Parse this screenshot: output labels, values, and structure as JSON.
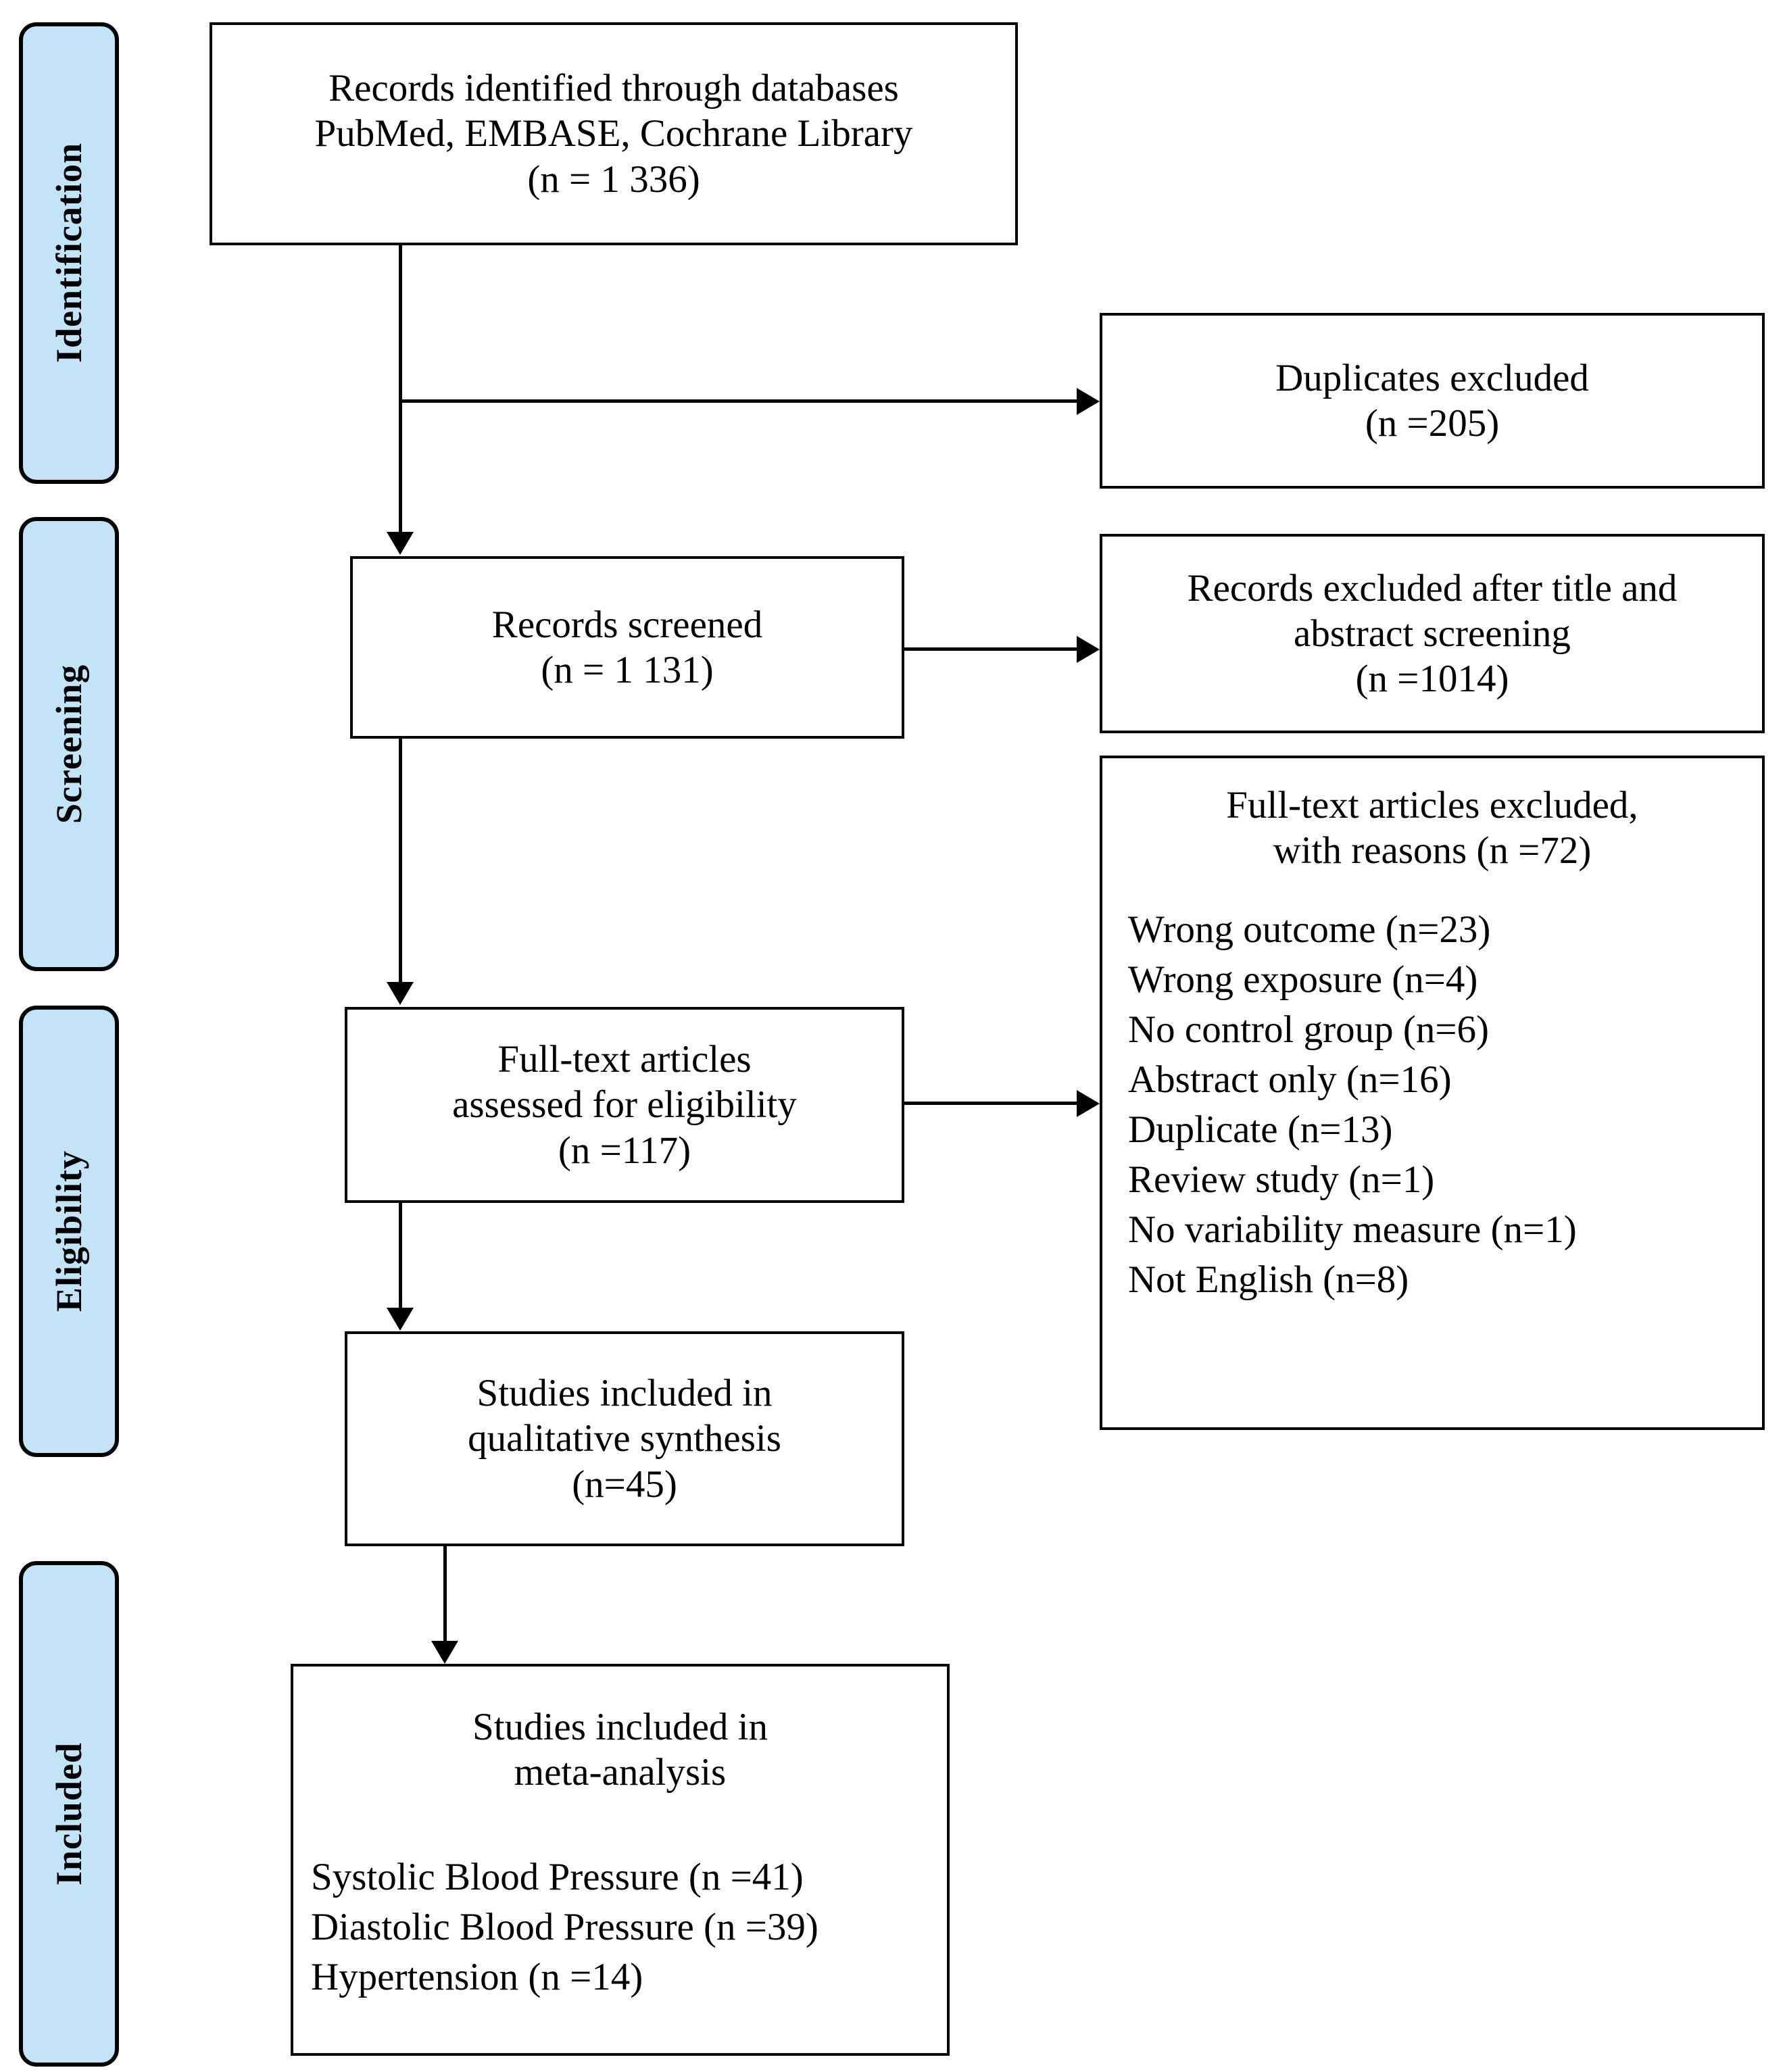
{
  "diagram": {
    "title": "PRISMA study selection flow diagram",
    "accent_color": "#c3e3f7",
    "line_color": "#000000",
    "background": "#ffffff"
  },
  "stages": [
    {
      "id": "identification",
      "label": "Identification"
    },
    {
      "id": "screening",
      "label": "Screening"
    },
    {
      "id": "eligibility",
      "label": "Eligibility"
    },
    {
      "id": "included",
      "label": "Included"
    }
  ],
  "boxes": {
    "records_identified": {
      "lines": [
        "Records identified through databases",
        "PubMed, EMBASE, Cochrane Library",
        "(n = 1 336)"
      ]
    },
    "duplicates_excluded": {
      "lines": [
        "Duplicates excluded",
        "(n =205)"
      ]
    },
    "records_screened": {
      "lines": [
        "Records screened",
        "(n = 1 131)"
      ]
    },
    "records_excluded_title_abstract": {
      "lines": [
        "Records excluded after title and",
        "abstract screening",
        "(n =1014)"
      ]
    },
    "fulltext_assessed": {
      "lines": [
        "Full-text articles",
        "assessed for eligibility",
        "(n =117)"
      ]
    },
    "fulltext_excluded": {
      "heading": [
        "Full-text articles excluded,",
        "with reasons (n =72)"
      ],
      "reasons": [
        "Wrong outcome (n=23)",
        "Wrong exposure (n=4)",
        "No control group (n=6)",
        "Abstract only (n=16)",
        "Duplicate (n=13)",
        "Review study (n=1)",
        "No variability measure (n=1)",
        "Not English (n=8)"
      ]
    },
    "qualitative_synthesis": {
      "lines": [
        "Studies included in",
        "qualitative synthesis",
        "(n=45)"
      ]
    },
    "meta_analysis": {
      "heading": [
        "Studies included in",
        "meta-analysis"
      ],
      "outcomes": [
        "Systolic Blood Pressure (n =41)",
        "Diastolic Blood Pressure (n =39)",
        "Hypertension (n =14)"
      ]
    }
  },
  "chart_data": {
    "type": "diagram",
    "title": "PRISMA flow diagram of study selection",
    "nodes": [
      {
        "id": "records_identified",
        "stage": "Identification",
        "label": "Records identified through databases PubMed, EMBASE, Cochrane Library",
        "n": 1336
      },
      {
        "id": "duplicates_excluded",
        "stage": "Identification",
        "label": "Duplicates excluded",
        "n": 205
      },
      {
        "id": "records_screened",
        "stage": "Screening",
        "label": "Records screened",
        "n": 1131
      },
      {
        "id": "records_excluded_title_abstract",
        "stage": "Screening",
        "label": "Records excluded after title and abstract screening",
        "n": 1014
      },
      {
        "id": "fulltext_assessed",
        "stage": "Eligibility",
        "label": "Full-text articles assessed for eligibility",
        "n": 117
      },
      {
        "id": "fulltext_excluded",
        "stage": "Eligibility",
        "label": "Full-text articles excluded, with reasons",
        "n": 72
      },
      {
        "id": "qualitative_synthesis",
        "stage": "Eligibility",
        "label": "Studies included in qualitative synthesis",
        "n": 45
      },
      {
        "id": "meta_analysis",
        "stage": "Included",
        "label": "Studies included in meta-analysis",
        "n": null
      }
    ],
    "exclusion_reasons": [
      {
        "reason": "Wrong outcome",
        "n": 23
      },
      {
        "reason": "Wrong exposure",
        "n": 4
      },
      {
        "reason": "No control group",
        "n": 6
      },
      {
        "reason": "Abstract only",
        "n": 16
      },
      {
        "reason": "Duplicate",
        "n": 13
      },
      {
        "reason": "Review study",
        "n": 1
      },
      {
        "reason": "No variability measure",
        "n": 1
      },
      {
        "reason": "Not English",
        "n": 8
      }
    ],
    "meta_analysis_outcomes": [
      {
        "outcome": "Systolic Blood Pressure",
        "n": 41
      },
      {
        "outcome": "Diastolic Blood Pressure",
        "n": 39
      },
      {
        "outcome": "Hypertension",
        "n": 14
      }
    ],
    "edges": [
      {
        "from": "records_identified",
        "to": "duplicates_excluded"
      },
      {
        "from": "records_identified",
        "to": "records_screened"
      },
      {
        "from": "records_screened",
        "to": "records_excluded_title_abstract"
      },
      {
        "from": "records_screened",
        "to": "fulltext_assessed"
      },
      {
        "from": "fulltext_assessed",
        "to": "fulltext_excluded"
      },
      {
        "from": "fulltext_assessed",
        "to": "qualitative_synthesis"
      },
      {
        "from": "qualitative_synthesis",
        "to": "meta_analysis"
      }
    ]
  }
}
